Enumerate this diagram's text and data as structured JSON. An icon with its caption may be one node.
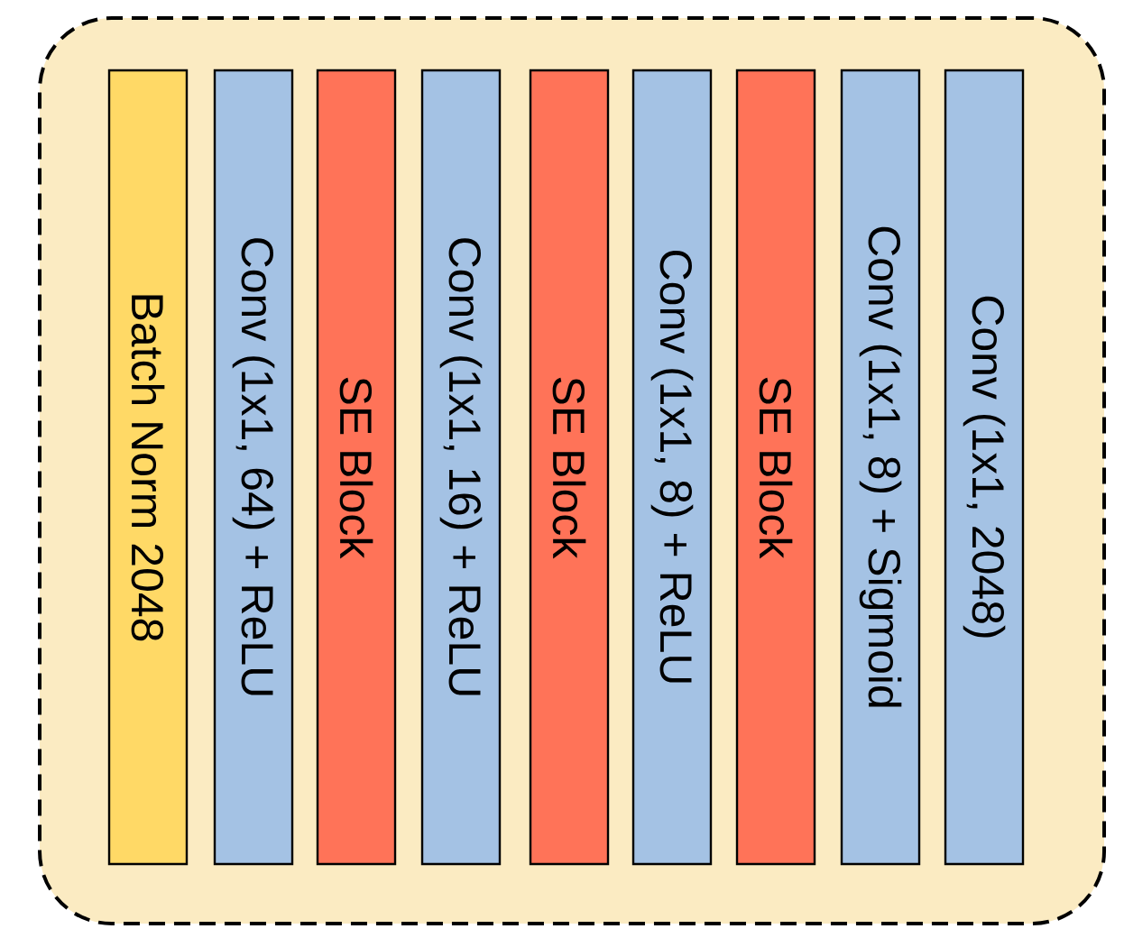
{
  "diagram": {
    "nodes": [
      {
        "text": [],
        "shape": "box"
      },
      {
        "text": [
          "Batch Norm 2048"
        ],
        "in": 0
      },
      {
        "text": [
          "Conv (1x1, 64) + ReLU"
        ],
        "in": 0
      },
      {
        "text": [
          "SE Block"
        ],
        "in": 0
      },
      {
        "text": [
          "Conv (1x1, 16) + ReLU"
        ],
        "in": 0
      },
      {
        "text": [
          "SE Block"
        ],
        "in": 0
      },
      {
        "text": [
          "Conv (1x1, 8) + ReLU"
        ],
        "in": 0
      },
      {
        "text": [
          "SE Block"
        ],
        "in": 0
      },
      {
        "text": [
          "Conv (1x1, 8) + Sigmoid"
        ],
        "in": 0
      },
      {
        "text": [
          "Conv (1x1, 2048)"
        ],
        "in": 0
      }
    ]
  }
}
